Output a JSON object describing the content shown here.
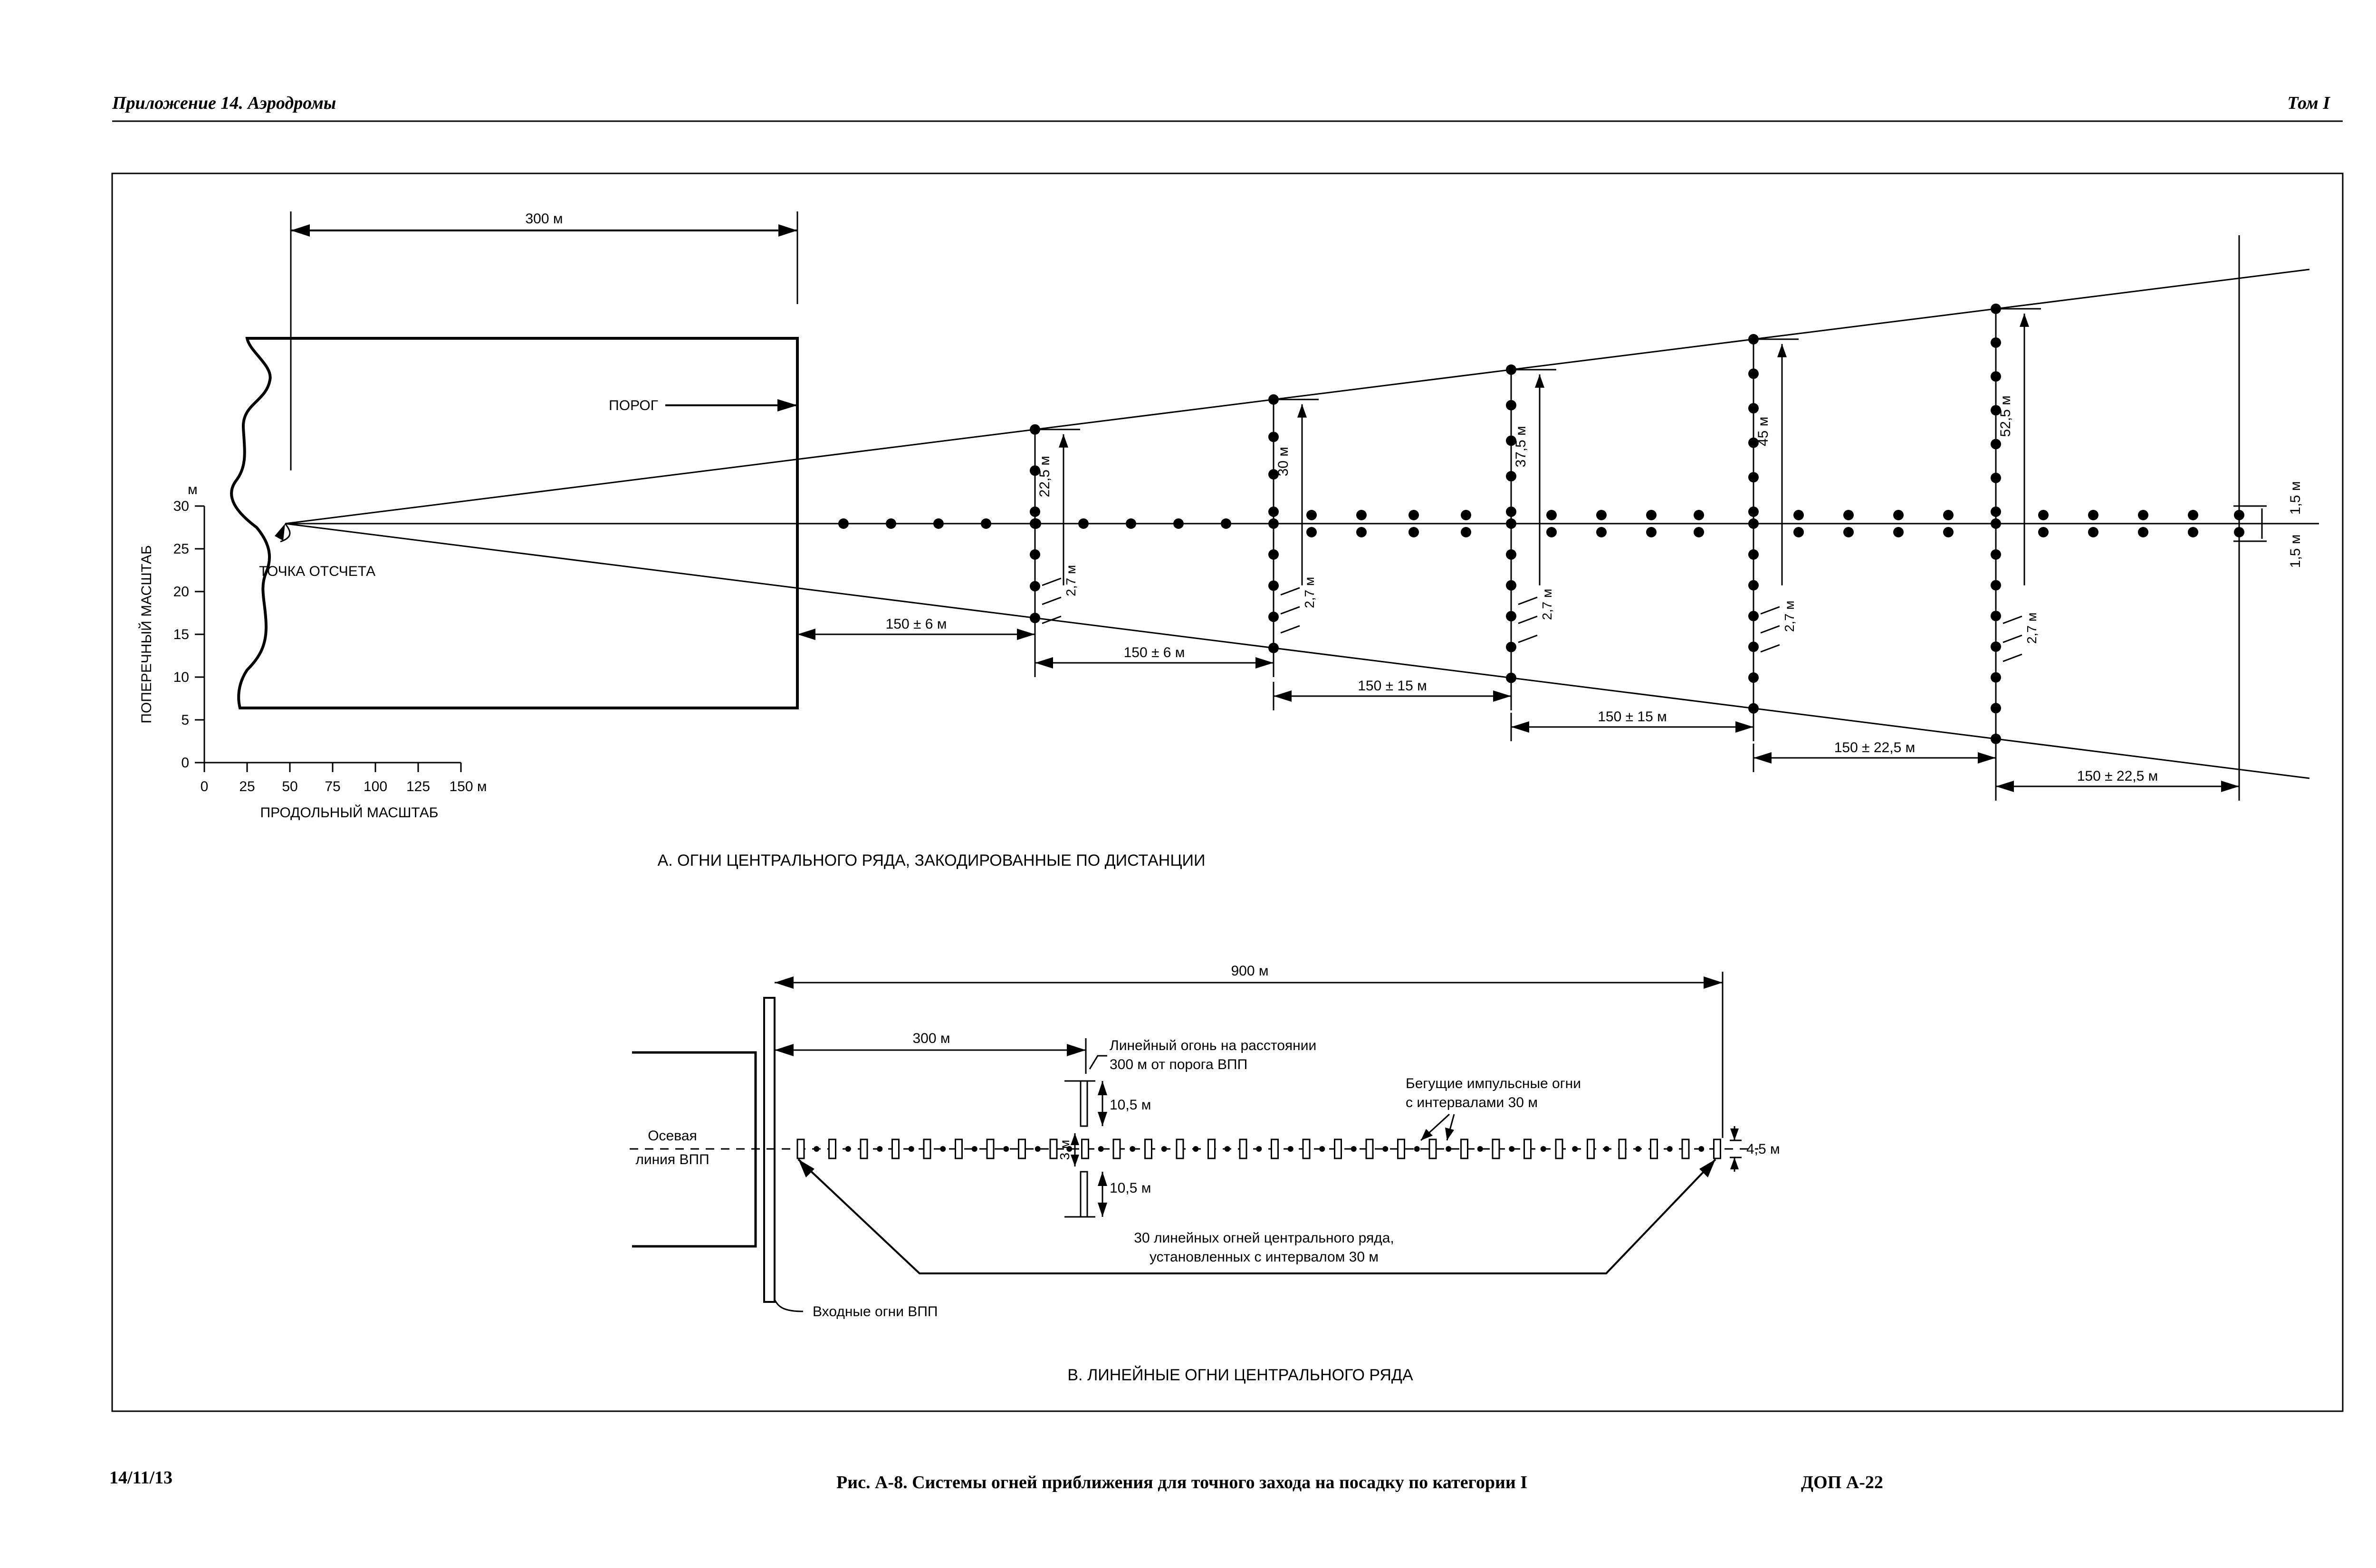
{
  "header": {
    "left": "Приложение 14.  Аэродромы",
    "right": "Том I"
  },
  "footer": {
    "date": "14/11/13",
    "caption": "Рис. A-8.    Системы огней приближения для точного захода на посадку по категории I",
    "page": "ДОП A-22"
  },
  "partA": {
    "caption": "A.  ОГНИ ЦЕНТРАЛЬНОГО РЯДА, ЗАКОДИРОВАННЫЕ ПО ДИСТАНЦИИ",
    "dim_300": "300 м",
    "threshold": "ПОРОГ",
    "origin": "ТОЧКА ОТСЧЕТА",
    "y_unit": "м",
    "y_title": "ПОПЕРЕЧНЫЙ МАСШТАБ",
    "y_ticks": [
      "0",
      "5",
      "10",
      "15",
      "20",
      "25",
      "30"
    ],
    "x_ticks": [
      "0",
      "25",
      "50",
      "75",
      "100",
      "125",
      "150 м"
    ],
    "x_title": "ПРОДОЛЬНЫЙ МАСШТАБ",
    "spacings": [
      "150 ± 6 м",
      "150 ± 6 м",
      "150 ± 15 м",
      "150 ± 15 м",
      "150 ± 22,5 м",
      "150 ± 22,5 м"
    ],
    "bar_lengths": [
      "22,5 м",
      "30 м",
      "37,5 м",
      "45 м",
      "52,5 м"
    ],
    "bar_spacing": "2,7 м",
    "end_offset": "1,5 м"
  },
  "partB": {
    "caption": "B.  ЛИНЕЙНЫЕ ОГНИ ЦЕНТРАЛЬНОГО РЯДА",
    "dim_900": "900 м",
    "dim_300": "300 м",
    "crossbar_note_1": "Линейный огонь на расстоянии",
    "crossbar_note_2": "300 м от порога ВПП",
    "dim_10_5": "10,5 м",
    "dim_3": "3 м",
    "flasher_note_1": "Бегущие импульсные огни",
    "flasher_note_2": "с интервалами 30 м",
    "centerline_1": "Осевая",
    "centerline_2": "линия ВПП",
    "dim_4_5": "4,5 м",
    "barrettes_note_1": "30 линейных огней центрального ряда,",
    "barrettes_note_2": "установленных с интервалом 30 м",
    "threshold_lights": "Входные огни ВПП"
  }
}
